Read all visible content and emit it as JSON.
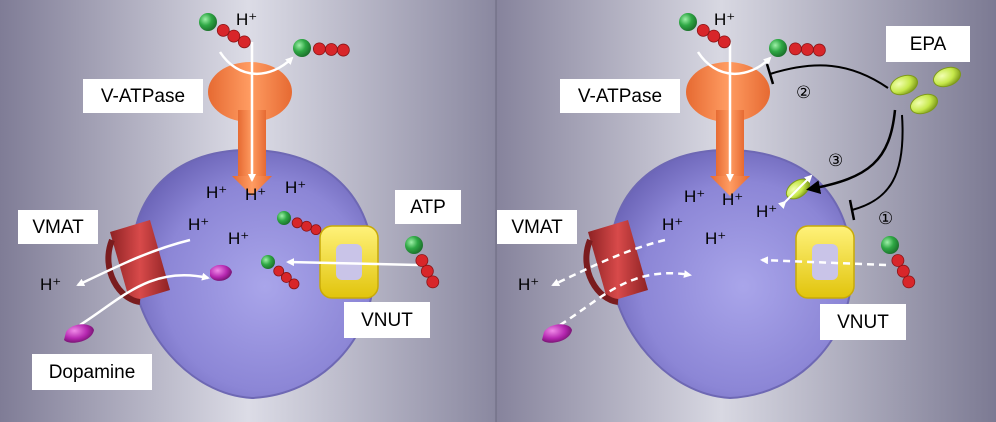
{
  "panels": [
    {
      "h_top": "H⁺",
      "vatpase": "V-ATPase",
      "vmat": "VMAT",
      "h_out": "H⁺",
      "dopamine": "Dopamine",
      "atp": "ATP",
      "vnut": "VNUT",
      "inner_h": [
        "H⁺",
        "H⁺",
        "H⁺",
        "H⁺",
        "H⁺"
      ]
    },
    {
      "h_top": "H⁺",
      "vatpase": "V-ATPase",
      "vmat": "VMAT",
      "h_out": "H⁺",
      "epa": "EPA",
      "vnut": "VNUT",
      "inner_h": [
        "H⁺",
        "H⁺",
        "H⁺",
        "H⁺",
        "H⁺"
      ],
      "markers": [
        "②",
        "③",
        "①"
      ]
    }
  ],
  "colors": {
    "vesicle": "#8c86d6",
    "vatpase": "#f2824a",
    "vmat": "#c0383a",
    "vnut": "#f3df1c",
    "epa": "#c6e84a",
    "dopamine": "#b527b0",
    "atp_head": "#2fa845",
    "atp_tail": "#d8262a"
  }
}
